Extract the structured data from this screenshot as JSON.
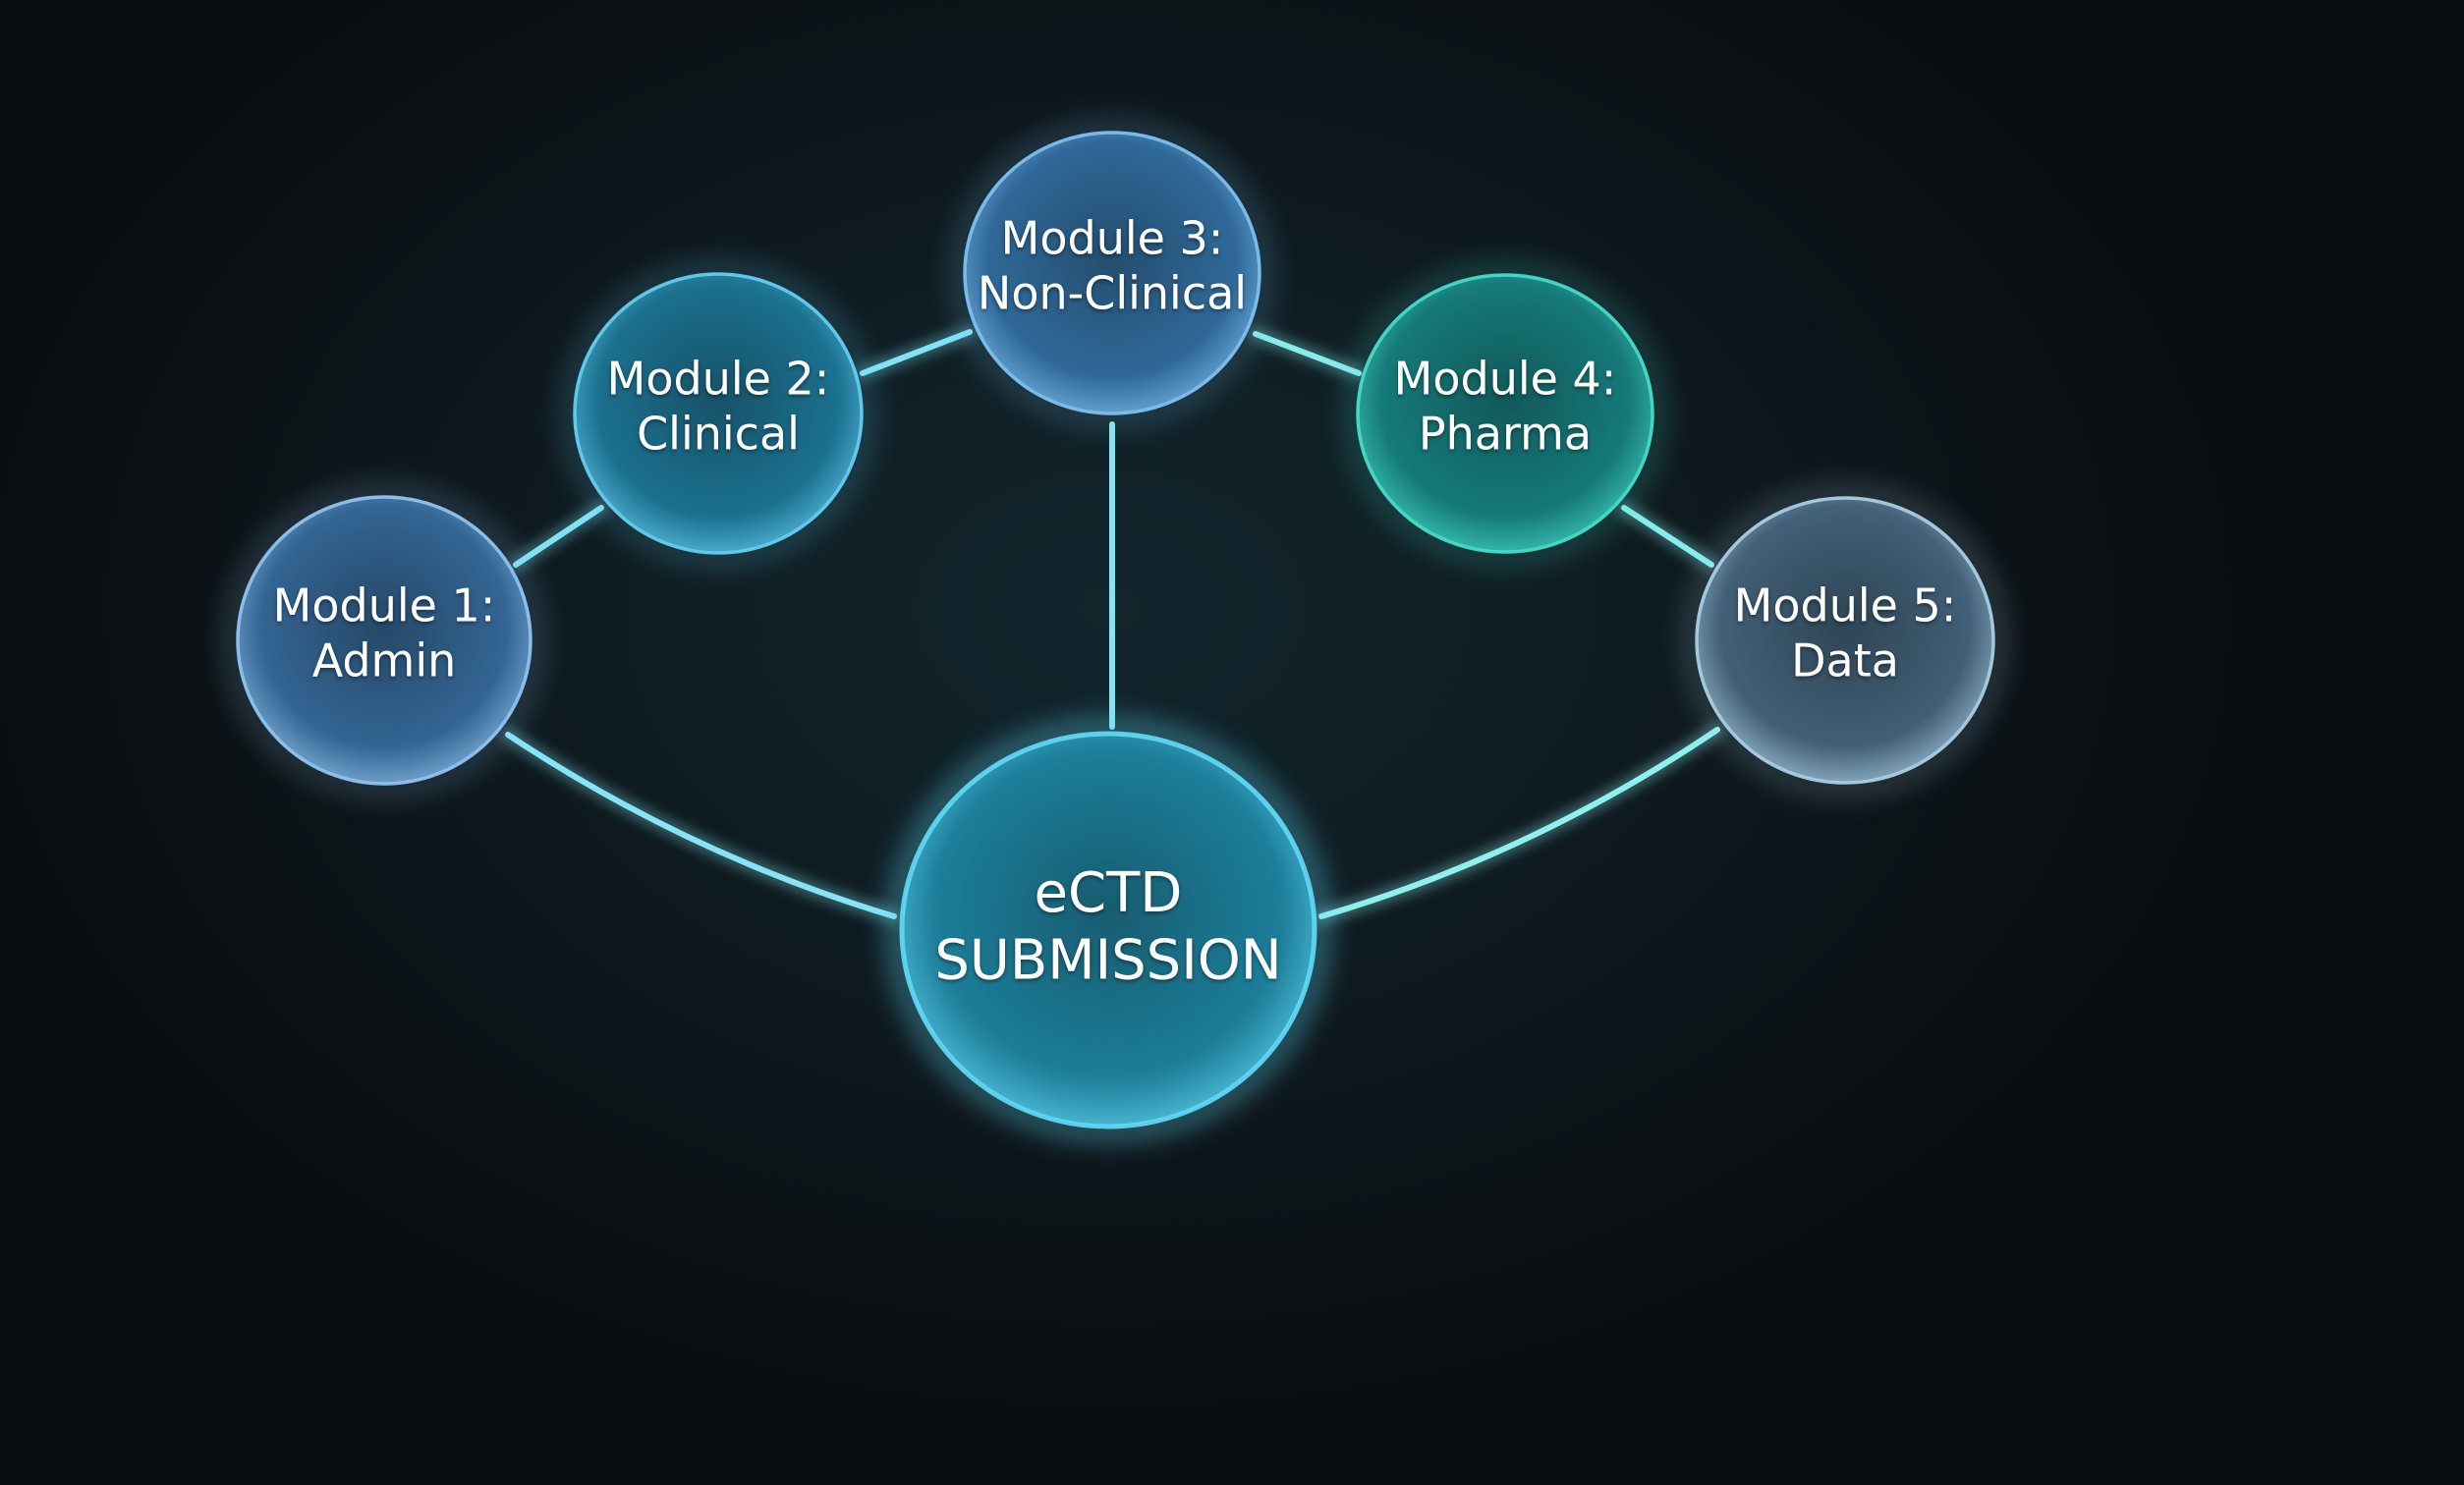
{
  "diagram": {
    "type": "hub-network",
    "center": {
      "id": "ectd",
      "lines": [
        "eCTD",
        "SUBMISSION"
      ],
      "color": "#1e8fae",
      "rim": "#5fd6f2"
    },
    "nodes": [
      {
        "id": "m1",
        "lines": [
          "Module 1:",
          "Admin"
        ],
        "color": "#3a72a8",
        "rim": "#8fc3ee"
      },
      {
        "id": "m2",
        "lines": [
          "Module 2:",
          "Clinical"
        ],
        "color": "#1d7fa2",
        "rim": "#63cdf0"
      },
      {
        "id": "m3",
        "lines": [
          "Module 3:",
          "Non-Clinical"
        ],
        "color": "#3576ad",
        "rim": "#7cc0f0"
      },
      {
        "id": "m4",
        "lines": [
          "Module 4:",
          "Pharma"
        ],
        "color": "#168a88",
        "rim": "#45dcc8"
      },
      {
        "id": "m5",
        "lines": [
          "Module 5:",
          "Data"
        ],
        "color": "#4a6c86",
        "rim": "#a9cde3"
      }
    ],
    "edges": [
      {
        "from": "m1",
        "to": "m2",
        "color": "#7fe3f4"
      },
      {
        "from": "m2",
        "to": "m3",
        "color": "#7fe3f4"
      },
      {
        "from": "m3",
        "to": "m4",
        "color": "#86ecec"
      },
      {
        "from": "m4",
        "to": "m5",
        "color": "#86ecec"
      },
      {
        "from": "m3",
        "to": "ectd",
        "color": "#86e4f4"
      },
      {
        "from": "m1",
        "to": "ectd",
        "color": "#86e4f4"
      },
      {
        "from": "ectd",
        "to": "m5",
        "color": "#8ff0f0"
      }
    ]
  },
  "colors": {
    "background": "#0b0e11",
    "background_center": "#12262d",
    "text": "#ffffff"
  }
}
